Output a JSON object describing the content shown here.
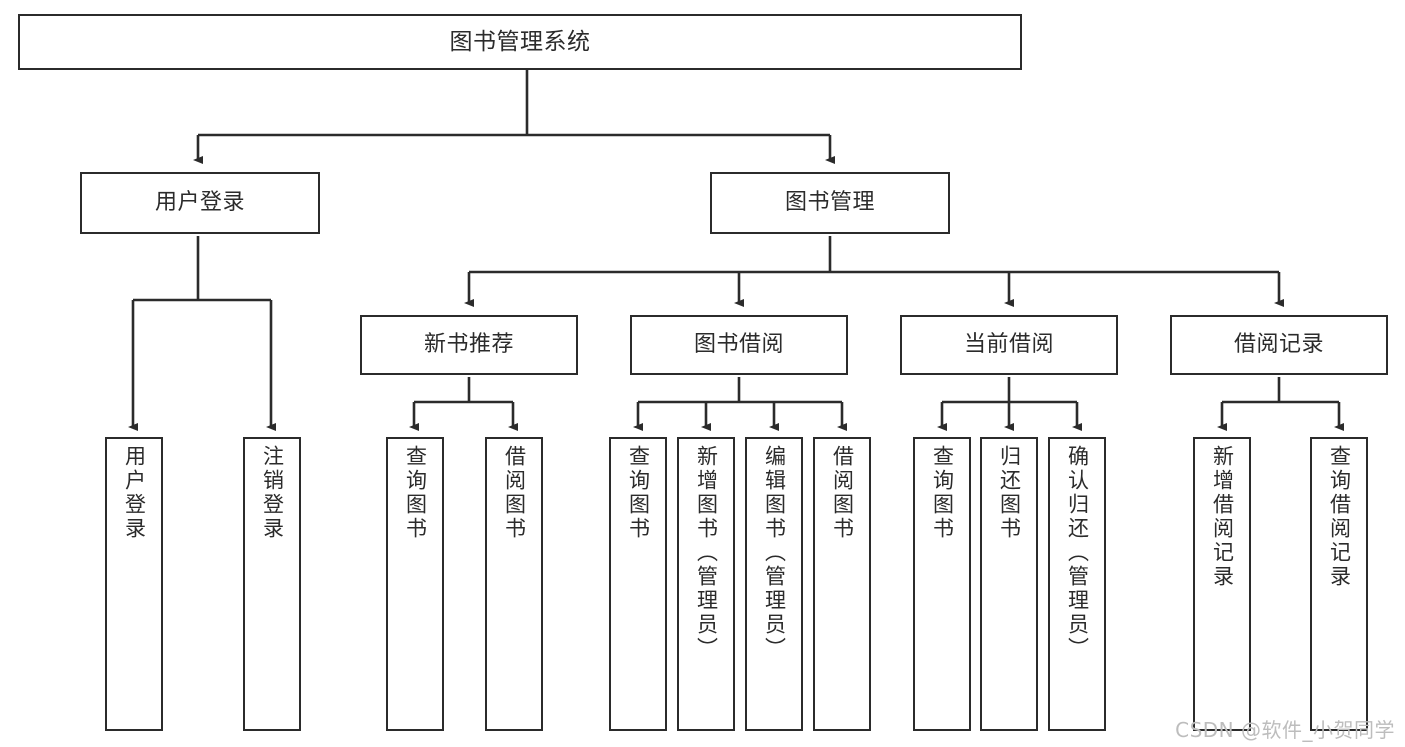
{
  "diagram": {
    "title": "图书管理系统",
    "type": "tree-hierarchy-chart",
    "colors": {
      "stroke": "#2b2b2b",
      "fill": "#ffffff",
      "background": "#ffffff",
      "watermark": "#bdbdbd"
    },
    "levels": {
      "root": {
        "label": "图书管理系统"
      },
      "level2": [
        {
          "label": "用户登录"
        },
        {
          "label": "图书管理"
        }
      ],
      "level3": [
        {
          "label": "新书推荐"
        },
        {
          "label": "图书借阅"
        },
        {
          "label": "当前借阅"
        },
        {
          "label": "借阅记录"
        }
      ],
      "leaves": [
        {
          "label": "用户登录",
          "parent": "用户登录"
        },
        {
          "label": "注销登录",
          "parent": "用户登录"
        },
        {
          "label": "查询图书",
          "parent": "新书推荐"
        },
        {
          "label": "借阅图书",
          "parent": "新书推荐"
        },
        {
          "label": "查询图书",
          "parent": "图书借阅"
        },
        {
          "label": "新增图书（管理员）",
          "parent": "图书借阅"
        },
        {
          "label": "编辑图书（管理员）",
          "parent": "图书借阅"
        },
        {
          "label": "借阅图书",
          "parent": "图书借阅"
        },
        {
          "label": "查询图书",
          "parent": "当前借阅"
        },
        {
          "label": "归还图书",
          "parent": "当前借阅"
        },
        {
          "label": "确认归还（管理员）",
          "parent": "当前借阅"
        },
        {
          "label": "新增借阅记录",
          "parent": "借阅记录"
        },
        {
          "label": "查询借阅记录",
          "parent": "借阅记录"
        }
      ]
    },
    "watermark": "CSDN @软件_小贺同学"
  }
}
